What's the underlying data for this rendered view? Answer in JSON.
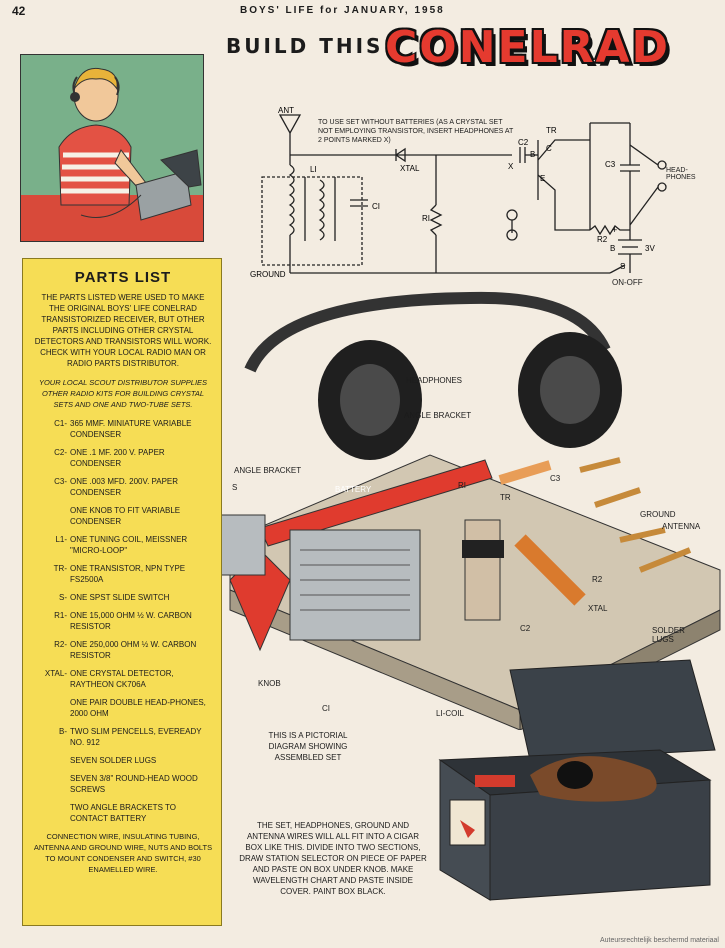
{
  "header": {
    "page_number": "42",
    "running_head": "BOYS' LIFE for JANUARY, 1958",
    "build_label": "BUILD THIS",
    "title": "CONELRAD"
  },
  "schematic": {
    "ant": "ANT",
    "li": "LI",
    "xtal": "XTAL",
    "ci": "CI",
    "ri": "RI",
    "c2": "C2",
    "tr": "TR",
    "b": "B",
    "c": "C",
    "e": "E",
    "c3": "C3",
    "headphones": "HEAD- PHONES",
    "r2": "R2",
    "b3v": "B",
    "v3": "3V",
    "plus": "+",
    "s": "S",
    "onoff": "ON-OFF",
    "ground": "GROUND",
    "x": "X",
    "note": "TO USE SET WITHOUT BATTERIES (AS A CRYSTAL SET NOT EMPLOYING TRANSISTOR, INSERT HEADPHONES AT 2 POINTS MARKED X)"
  },
  "parts": {
    "heading": "PARTS LIST",
    "intro": "THE PARTS LISTED WERE USED TO MAKE THE ORIGINAL BOYS' LIFE CONELRAD TRANSISTORIZED RECEIVER, BUT OTHER PARTS INCLUDING OTHER CRYSTAL DETECTORS AND TRANSISTORS WILL WORK. CHECK WITH YOUR LOCAL RADIO MAN OR RADIO PARTS DISTRIBUTOR.",
    "note": "YOUR LOCAL SCOUT DISTRIBUTOR SUPPLIES OTHER RADIO KITS FOR BUILDING CRYSTAL SETS AND ONE AND TWO-TUBE SETS.",
    "items": [
      {
        "key": "C1-",
        "text": "365 MMF. MINIATURE VARIABLE CONDENSER"
      },
      {
        "key": "C2-",
        "text": "ONE .1 MF. 200 V. PAPER CONDENSER"
      },
      {
        "key": "C3-",
        "text": "ONE .003 MFD. 200V. PAPER CONDENSER"
      },
      {
        "key": "",
        "text": "ONE KNOB TO FIT VARIABLE CONDENSER"
      },
      {
        "key": "L1-",
        "text": "ONE TUNING COIL, MEISSNER \"MICRO-LOOP\""
      },
      {
        "key": "TR-",
        "text": "ONE TRANSISTOR, NPN TYPE FS2500A"
      },
      {
        "key": "S-",
        "text": "ONE SPST SLIDE SWITCH"
      },
      {
        "key": "R1-",
        "text": "ONE 15,000 OHM ½ W. CARBON RESISTOR"
      },
      {
        "key": "R2-",
        "text": "ONE 250,000 OHM ½ W. CARBON RESISTOR"
      },
      {
        "key": "XTAL-",
        "text": "ONE CRYSTAL DETECTOR, RAYTHEON CK706A"
      },
      {
        "key": "",
        "text": "ONE PAIR DOUBLE HEAD-PHONES, 2000 OHM"
      },
      {
        "key": "B-",
        "text": "TWO SLIM PENCELLS, EVEREADY NO. 912"
      },
      {
        "key": "",
        "text": "SEVEN SOLDER LUGS"
      },
      {
        "key": "",
        "text": "SEVEN 3/8\" ROUND-HEAD WOOD SCREWS"
      },
      {
        "key": "",
        "text": "TWO ANGLE BRACKETS TO CONTACT BATTERY"
      }
    ],
    "footer": "CONNECTION WIRE, INSULATING TUBING, ANTENNA AND GROUND WIRE, NUTS AND BOLTS TO MOUNT CONDENSER AND SWITCH, #30 ENAMELLED WIRE."
  },
  "pictorial": {
    "headphones": "HEADPHONES",
    "angle_bracket_1": "ANGLE BRACKET",
    "angle_bracket_2": "ANGLE BRACKET",
    "battery": "BATTERY",
    "s": "S",
    "ri": "RI",
    "tr": "TR",
    "c3": "C3",
    "ground": "GROUND",
    "antenna": "ANTENNA",
    "r2": "R2",
    "xtal": "XTAL",
    "c2": "C2",
    "solder_lugs": "SOLDER LUGS",
    "knob": "KNOB",
    "ci": "CI",
    "li_coil": "LI-COIL",
    "caption": "THIS IS A PICTORIAL DIAGRAM SHOWING ASSEMBLED SET",
    "box_note": "THE SET, HEADPHONES, GROUND AND ANTENNA WIRES WILL ALL FIT INTO A CIGAR BOX LIKE THIS. DIVIDE INTO TWO SECTIONS, DRAW STATION SELECTOR ON PIECE OF PAPER AND PASTE ON BOX UNDER KNOB. MAKE WAVELENGTH CHART AND PASTE INSIDE COVER. PAINT BOX BLACK."
  },
  "watermark": "Auteursrechtelijk beschermd materiaal"
}
